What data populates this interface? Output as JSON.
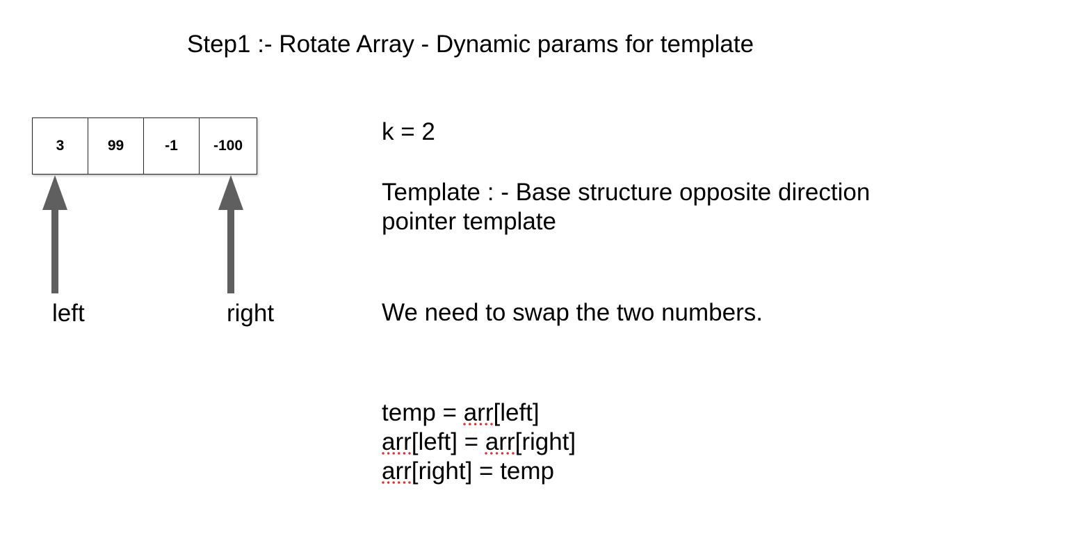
{
  "title": "Step1 :- Rotate Array - Dynamic params for template",
  "array": {
    "cells": [
      "3",
      "99",
      "-1",
      "-100"
    ]
  },
  "pointers": {
    "left": "left",
    "right": "right"
  },
  "arrow_color": "#5f5f5f",
  "notes": {
    "k": "k = 2",
    "template_line1": "Template : - Base structure opposite direction",
    "template_line2": "pointer template",
    "swap": "We need to swap the two numbers."
  },
  "code": {
    "l1": [
      "temp = ",
      "arr",
      "[left]"
    ],
    "l2": [
      "arr",
      "[left] = ",
      "arr",
      "[right]"
    ],
    "l3": [
      "arr",
      "[right] = temp"
    ]
  }
}
